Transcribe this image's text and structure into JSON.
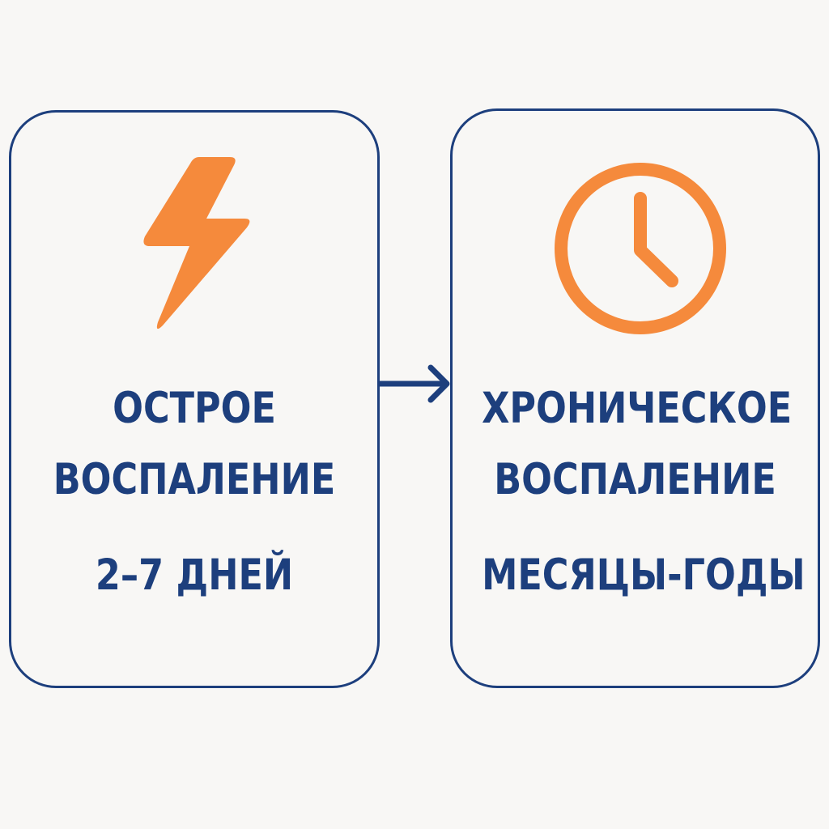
{
  "colors": {
    "primary": "#1d3f7d",
    "accent": "#f58a3c",
    "background": "#f8f7f5"
  },
  "left_box": {
    "icon": "lightning-icon",
    "title_line1": "ОСТРОЕ",
    "title_line2": "ВОСПАЛЕНИЕ",
    "duration": "2–7 ДНЕЙ"
  },
  "right_box": {
    "icon": "clock-icon",
    "title_line1": "ХРОНИЧЕСКОЕ",
    "title_line2": "ВОСПАЛЕНИЕ",
    "duration": "МЕСЯЦЫ-ГОДЫ"
  },
  "connector": {
    "icon": "arrow-right-icon"
  }
}
